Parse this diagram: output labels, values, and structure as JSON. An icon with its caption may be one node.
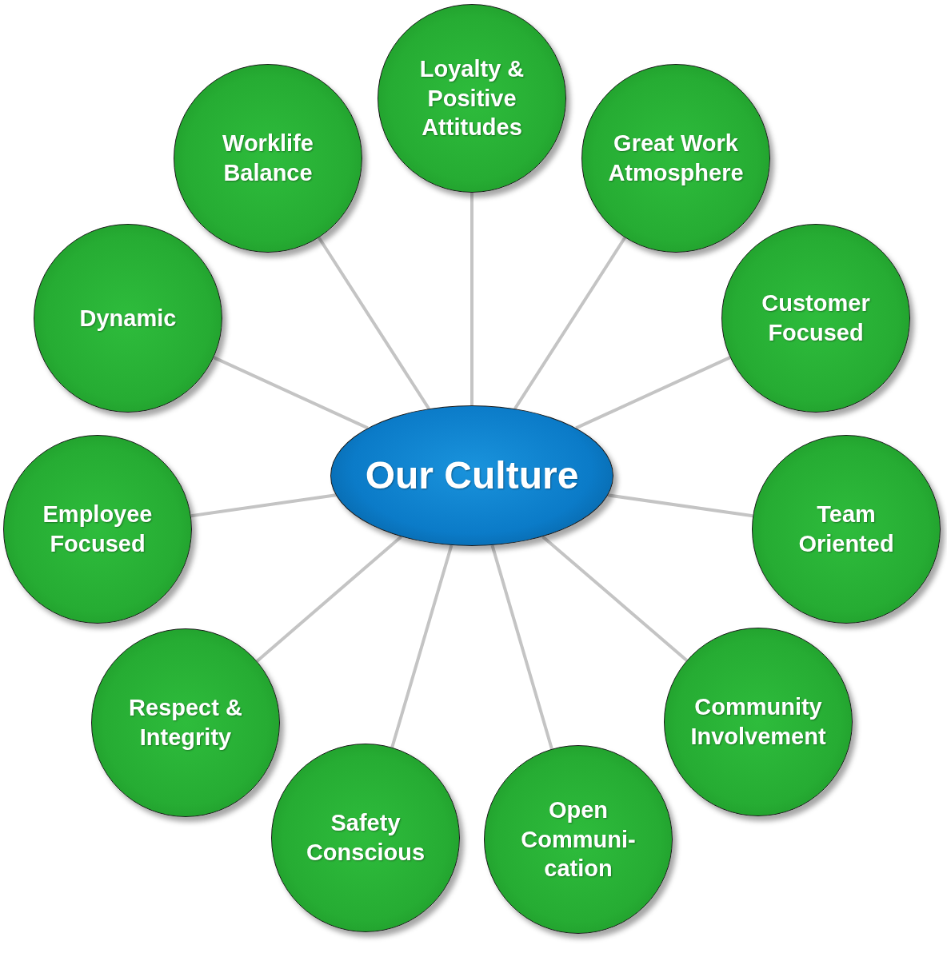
{
  "diagram": {
    "nodes": [
      {
        "text": [
          "Our Culture"
        ]
      },
      {
        "text": [
          "Loyalty & Positive Attitudes"
        ]
      },
      {
        "text": [
          "Great Work Atmosphere"
        ]
      },
      {
        "text": [
          "Customer Focused"
        ]
      },
      {
        "text": [
          "Team Oriented"
        ]
      },
      {
        "text": [
          "Community Involvement"
        ]
      },
      {
        "text": [
          "Open Communi- cation"
        ]
      },
      {
        "text": [
          "Safety Conscious"
        ]
      },
      {
        "text": [
          "Respect & Integrity"
        ]
      },
      {
        "text": [
          "Employee Focused"
        ]
      },
      {
        "text": [
          "Dynamic"
        ]
      },
      {
        "text": [
          "Worklife Balance"
        ]
      }
    ],
    "edges": [
      {
        "from": 0,
        "to": 1,
        "arrow": "none"
      },
      {
        "from": 0,
        "to": 2,
        "arrow": "none"
      },
      {
        "from": 0,
        "to": 3,
        "arrow": "none"
      },
      {
        "from": 0,
        "to": 4,
        "arrow": "none"
      },
      {
        "from": 0,
        "to": 5,
        "arrow": "none"
      },
      {
        "from": 0,
        "to": 6,
        "arrow": "none"
      },
      {
        "from": 0,
        "to": 7,
        "arrow": "none"
      },
      {
        "from": 0,
        "to": 8,
        "arrow": "none"
      },
      {
        "from": 0,
        "to": 9,
        "arrow": "none"
      },
      {
        "from": 0,
        "to": 10,
        "arrow": "none"
      },
      {
        "from": 0,
        "to": 11,
        "arrow": "none"
      }
    ]
  }
}
